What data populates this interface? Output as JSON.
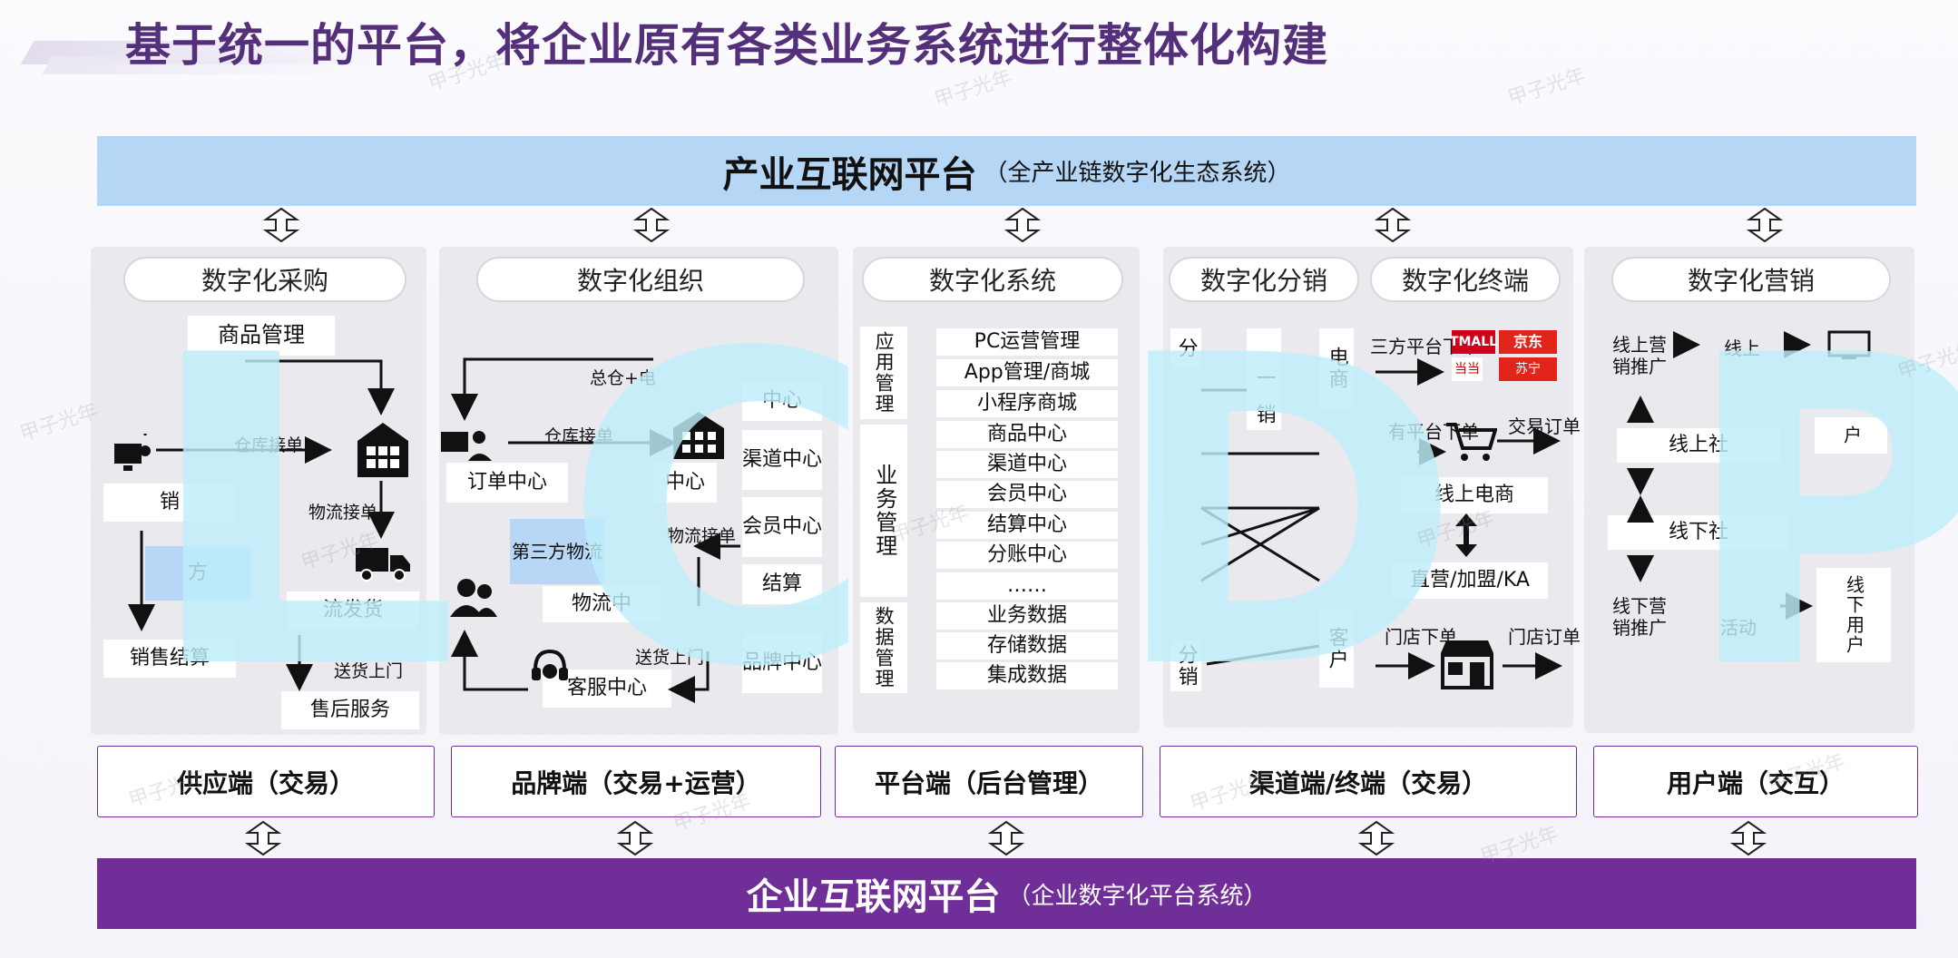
{
  "title": "基于统一的平台，将企业原有各类业务系统进行整体化构建",
  "top_bar": {
    "main": "产业互联网平台",
    "sub": "（全产业链数字化生态系统）"
  },
  "bottom_bar": {
    "main": "企业互联网平台",
    "sub": "（企业数字化平台系统）"
  },
  "columns": {
    "supply": {
      "header": "数字化采购",
      "items": [
        "商品管理",
        "销",
        "仓库接单",
        "物流接单",
        "流发货",
        "销售结算",
        "送货上门",
        "售后服务",
        "方"
      ]
    },
    "brand": {
      "header": "数字化组织",
      "items": [
        "总仓+电",
        "仓库接单",
        "订单中心",
        "中心",
        "中心",
        "渠道中心",
        "会员中心",
        "物流接单",
        "结算",
        "第三方物流",
        "物流中",
        "送货上门",
        "客服中心",
        "品牌中心"
      ]
    },
    "platform": {
      "header": "数字化系统",
      "side_labels": [
        "应用管理",
        "业务管理",
        "数据管理"
      ],
      "items": [
        "PC运营管理",
        "App管理/商城",
        "小程序商城",
        "商品中心",
        "渠道中心",
        "会员中心",
        "结算中心",
        "分账中心",
        "……",
        "业务数据",
        "存储数据",
        "集成数据"
      ]
    },
    "channel": {
      "header_left": "数字化分销",
      "header_right": "数字化终端",
      "left_items": [
        "分",
        "一",
        "销",
        "电商",
        "分销",
        "客户"
      ],
      "right_items": [
        "三方平台下单",
        "有平台下单",
        "交易订单",
        "线上电商",
        "直营/加盟/KA",
        "门店下单",
        "门店订单"
      ],
      "logos": [
        "TMALL",
        "京东",
        "当当",
        "苏宁"
      ]
    },
    "user": {
      "header": "数字化营销",
      "items": [
        "线上营销推广",
        "线上",
        "线上社",
        "线下社",
        "线下营销推广",
        "活动",
        "线下用户",
        "户"
      ]
    }
  },
  "categories": [
    "供应端（交易）",
    "品牌端（交易+运营）",
    "平台端（后台管理）",
    "渠道端/终端（交易）",
    "用户端（交互）"
  ],
  "overlay_letters": [
    "L",
    "C",
    "D",
    "P"
  ],
  "watermark": "甲子光年",
  "colors": {
    "title": "#55307a",
    "top_bar": "#b6d6f6",
    "bottom_bar": "#6f2e98",
    "panel": "#e9e9ee",
    "overlay": "#bfeffb"
  }
}
